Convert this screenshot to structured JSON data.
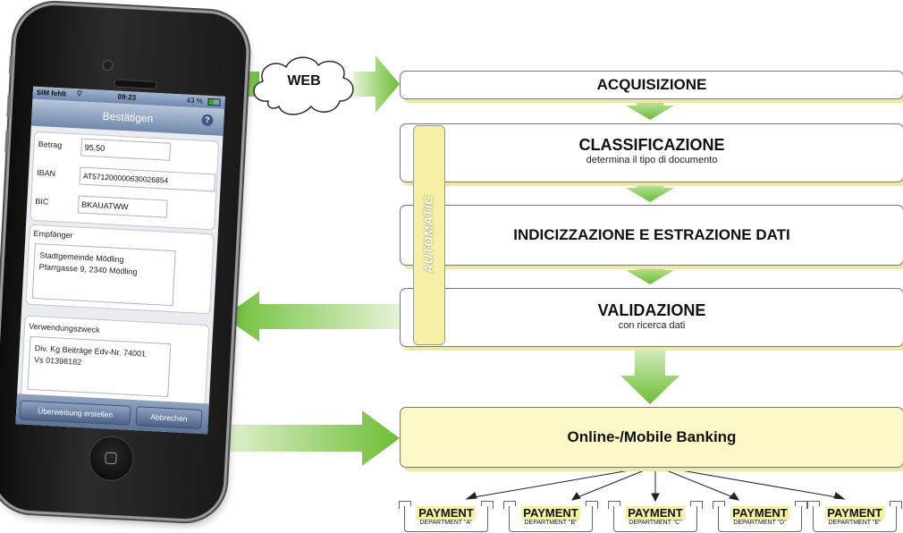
{
  "phone": {
    "status": {
      "carrier": "SIM fehlt",
      "time": "09:23",
      "battery": "43 %"
    },
    "nav_title": "Bestätigen",
    "help_glyph": "?",
    "fields": [
      {
        "label": "Betrag",
        "value": "95,50"
      },
      {
        "label": "IBAN",
        "value": "AT571200000630026854"
      },
      {
        "label": "BIC",
        "value": "BKAUATWW"
      }
    ],
    "recipient": {
      "label": "Empfänger",
      "line1": "Stadtgemeinde Mödling",
      "line2": "Pfarrgasse 9,  2340 Mödling"
    },
    "purpose": {
      "label": "Verwendungszweck",
      "line1": "Div. Kg Beiträge Edv-Nr. 74001",
      "line2": "Vs 01398182"
    },
    "buttons": {
      "primary": "Überweisung erstellen",
      "secondary": "Abbrechen"
    }
  },
  "flow": {
    "web": "WEB",
    "acquisizione": "ACQUISIZIONE",
    "classificazione": {
      "title": "CLASSIFICAZIONE",
      "sub": "determina il tipo di documento"
    },
    "indicizzazione": "INDICIZZAZIONE E ESTRAZIONE DATI",
    "validazione": {
      "title": "VALIDAZIONE",
      "sub": "con ricerca dati"
    },
    "automatic": "AUTOMATIC",
    "banking": "Online-/Mobile Banking",
    "payments": [
      {
        "title": "PAYMENT",
        "dept": "DEPARTMENT \"A\""
      },
      {
        "title": "PAYMENT",
        "dept": "DEPARTMENT \"B\""
      },
      {
        "title": "PAYMENT",
        "dept": "DEPARTMENT \"C\""
      },
      {
        "title": "PAYMENT",
        "dept": "DEPARTMENT \"D\""
      },
      {
        "title": "PAYMENT",
        "dept": "DEPARTMENT \"E\""
      }
    ]
  },
  "colors": {
    "arrow_green": "#7dc242",
    "yellow": "#f5f0a6",
    "banking_bg": "#fbf7c6"
  }
}
